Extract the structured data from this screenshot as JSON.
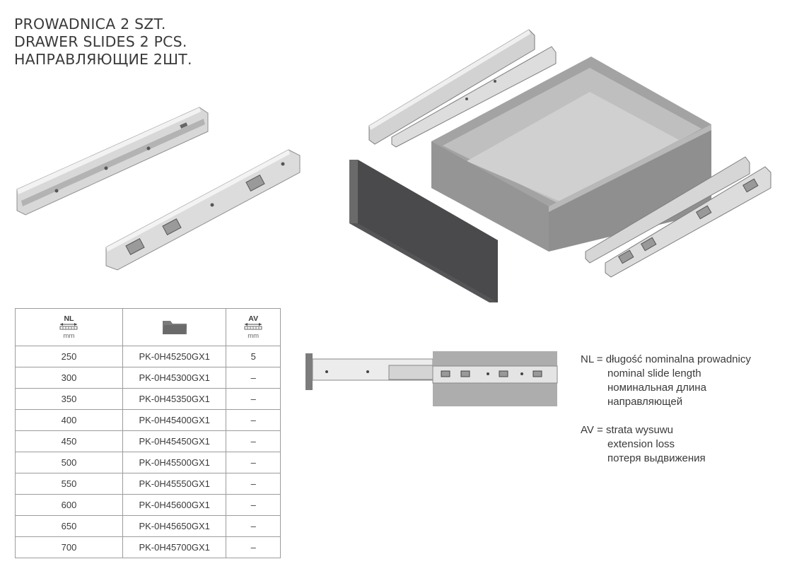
{
  "title": {
    "line_pl": "PROWADNICA 2 SZT.",
    "line_en": "DRAWER SLIDES 2 PCS.",
    "line_ru": "НАПРАВЛЯЮЩИЕ 2ШТ."
  },
  "table": {
    "header": {
      "nl_label": "NL",
      "nl_unit": "mm",
      "code_icon": "folder-icon",
      "av_label": "AV",
      "av_unit": "mm"
    },
    "rows": [
      {
        "nl": "250",
        "code": "PK-0H45250GX1",
        "av": "5"
      },
      {
        "nl": "300",
        "code": "PK-0H45300GX1",
        "av": "–"
      },
      {
        "nl": "350",
        "code": "PK-0H45350GX1",
        "av": "–"
      },
      {
        "nl": "400",
        "code": "PK-0H45400GX1",
        "av": "–"
      },
      {
        "nl": "450",
        "code": "PK-0H45450GX1",
        "av": "–"
      },
      {
        "nl": "500",
        "code": "PK-0H45500GX1",
        "av": "–"
      },
      {
        "nl": "550",
        "code": "PK-0H45550GX1",
        "av": "–"
      },
      {
        "nl": "600",
        "code": "PK-0H45600GX1",
        "av": "–"
      },
      {
        "nl": "650",
        "code": "PK-0H45650GX1",
        "av": "–"
      },
      {
        "nl": "700",
        "code": "PK-0H45700GX1",
        "av": "–"
      }
    ]
  },
  "legend": {
    "nl_line1": "NL = długość nominalna prowadnicy",
    "nl_line2": "nominal slide length",
    "nl_line3": "номинальная длина",
    "nl_line4": "направляющей",
    "av_line1": "AV = strata wysuwu",
    "av_line2": "extension loss",
    "av_line3": "потеря выдвижения"
  },
  "colors": {
    "metal_light": "#e6e6e6",
    "metal_mid": "#c2c2c2",
    "metal_dark": "#8a8a8a",
    "box_side": "#9b9b9b",
    "box_front_panel": "#4d4d4f",
    "box_inner": "#b5b5b5"
  }
}
